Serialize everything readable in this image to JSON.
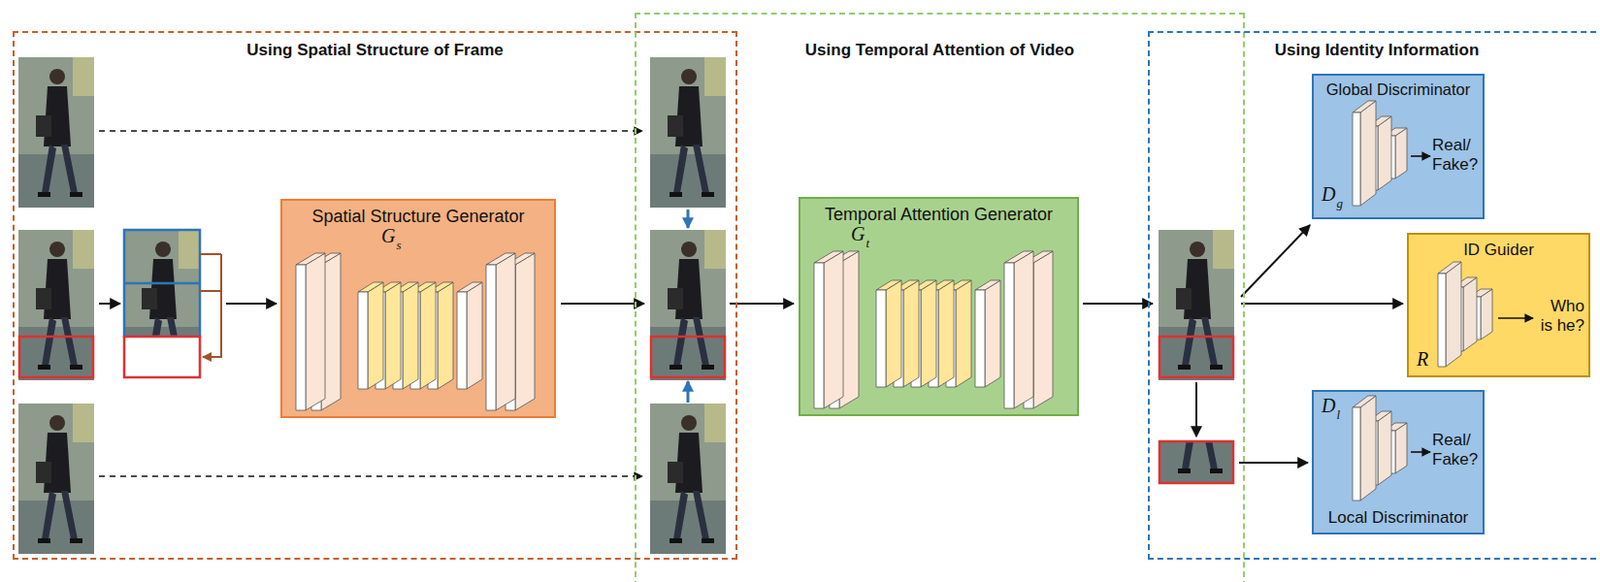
{
  "diagram": {
    "nodes": [
      {
        "text": [
          "Using Spatial Structure of Frame"
        ]
      },
      {
        "text": [
          "Using Temporal Attention of Video"
        ]
      },
      {
        "text": [
          "Using Identity Information"
        ]
      },
      {
        "text": [
          "Spatial Structure Generator",
          "G",
          "s"
        ],
        "in": 0
      },
      {
        "text": [
          "Temporal Attention Generator",
          "G",
          "t"
        ],
        "in": 1
      },
      {
        "text": [
          "Global Discriminator",
          "D",
          "g",
          "Real/ Fake?"
        ],
        "in": 2
      },
      {
        "text": [
          "ID Guider",
          "R",
          "Who is he?"
        ],
        "in": 2
      },
      {
        "text": [
          "D",
          "l",
          "Real/ Fake?",
          "Local Discriminator"
        ],
        "in": 2
      }
    ]
  }
}
